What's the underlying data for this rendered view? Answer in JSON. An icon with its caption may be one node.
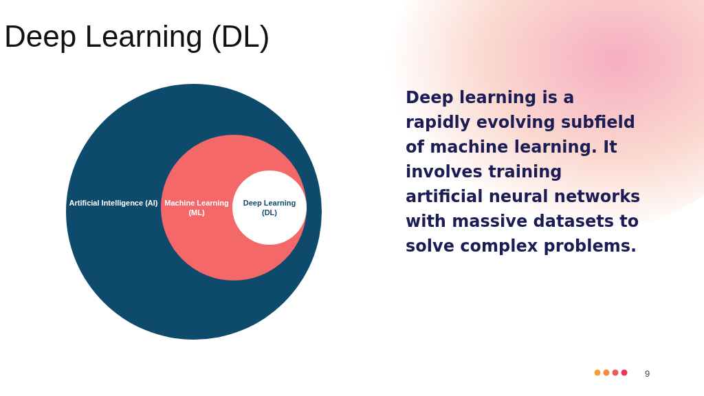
{
  "diagram": {
    "title": "Deep Learning (DL)",
    "nodes": [
      {
        "text": [
          "Artificial Intelligence (AI)"
        ]
      },
      {
        "text": [
          "Machine Learning (ML)"
        ],
        "in": 0
      },
      {
        "text": [
          "Deep Learning (DL)"
        ],
        "in": 1
      }
    ],
    "labels": [
      "Deep learning is a rapidly evolving subfield of machine learning. It involves training artificial neural networks with massive datasets to solve complex problems.",
      "9"
    ]
  }
}
